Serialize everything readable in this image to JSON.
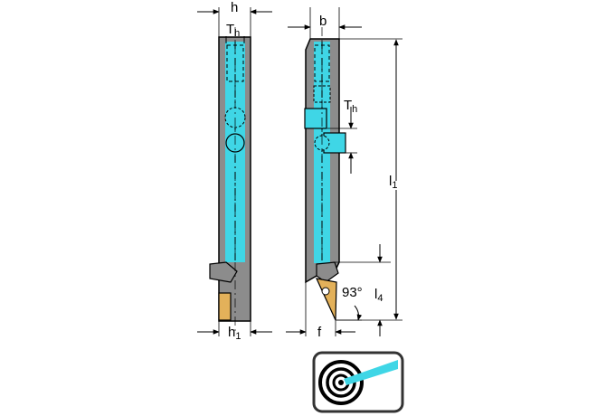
{
  "labels": {
    "h": "h",
    "th_left_main": "T",
    "th_left_sub": "h",
    "b": "b",
    "th_right_main": "T",
    "th_right_sub": "h",
    "l1_main": "l",
    "l1_sub": "1",
    "l4_main": "l",
    "l4_sub": "4",
    "h1_main": "h",
    "h1_sub": "1",
    "f": "f",
    "angle": "93°"
  },
  "colors": {
    "body_gray": "#8c8c8c",
    "coolant_cyan": "#3fd6e6",
    "insert_gold": "#e3b15a",
    "line": "#000000",
    "icon_border": "#333333"
  },
  "icons": {
    "coolant": "coolant-jet-icon"
  }
}
